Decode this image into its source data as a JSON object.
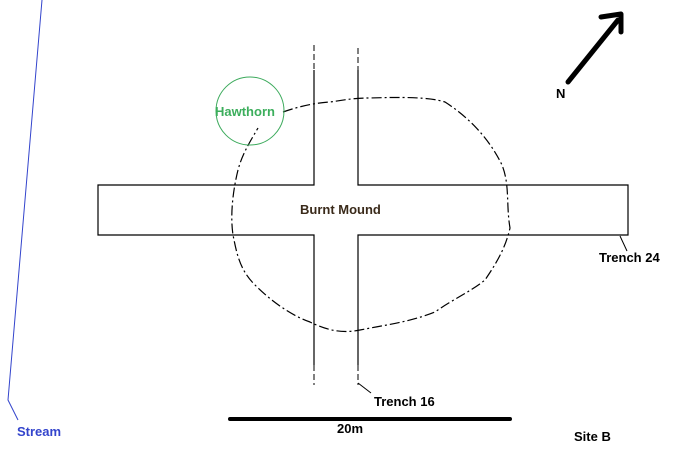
{
  "labels": {
    "mound": "Burnt Mound",
    "tree": "Hawthorn",
    "trench_horizontal": "Trench 24",
    "trench_vertical": "Trench 16",
    "stream": "Stream",
    "scale": "20m",
    "site": "Site B",
    "north": "N"
  },
  "colors": {
    "tree": "#3cae5c",
    "stream": "#3344cc",
    "ink": "#000000"
  }
}
